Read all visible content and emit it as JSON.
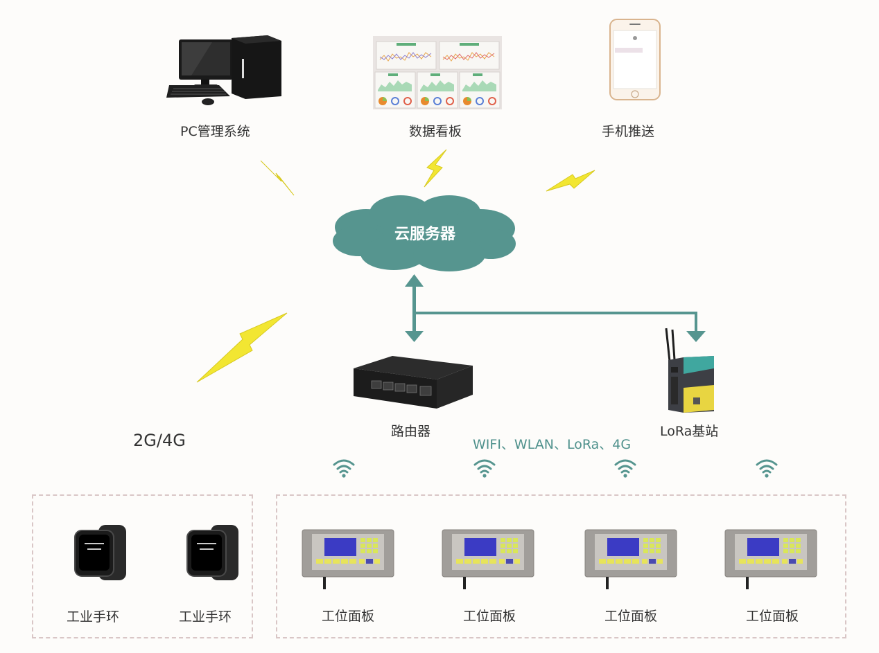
{
  "colors": {
    "background": "#fdfcfa",
    "teal": "#4f918c",
    "cloud": "#56958f",
    "lightning": "#f2e632",
    "dash_border": "#d9c6c6",
    "text": "#333333"
  },
  "top_nodes": [
    {
      "id": "pc",
      "label": "PC管理系统",
      "icon": "desktop-computer-icon"
    },
    {
      "id": "dashboard",
      "label": "数据看板",
      "icon": "dashboard-screen-icon"
    },
    {
      "id": "mobile",
      "label": "手机推送",
      "icon": "smartphone-icon"
    }
  ],
  "cloud": {
    "label": "云服务器",
    "icon": "cloud-icon"
  },
  "gateways": [
    {
      "id": "router",
      "label": "路由器",
      "icon": "router-icon"
    },
    {
      "id": "lora",
      "label": "LoRa基站",
      "icon": "lora-gateway-icon"
    }
  ],
  "network_label": "2G/4G",
  "protocols_label": "WIFI、WLAN、LoRa、4G",
  "wristband_group": {
    "items": [
      {
        "label": "工业手环",
        "icon": "smartwatch-icon"
      },
      {
        "label": "工业手环",
        "icon": "smartwatch-icon"
      }
    ]
  },
  "panel_group": {
    "items": [
      {
        "label": "工位面板",
        "icon": "control-panel-icon"
      },
      {
        "label": "工位面板",
        "icon": "control-panel-icon"
      },
      {
        "label": "工位面板",
        "icon": "control-panel-icon"
      },
      {
        "label": "工位面板",
        "icon": "control-panel-icon"
      }
    ]
  },
  "signal_icons": [
    "wifi-icon",
    "wifi-icon",
    "wifi-icon",
    "wifi-icon"
  ]
}
